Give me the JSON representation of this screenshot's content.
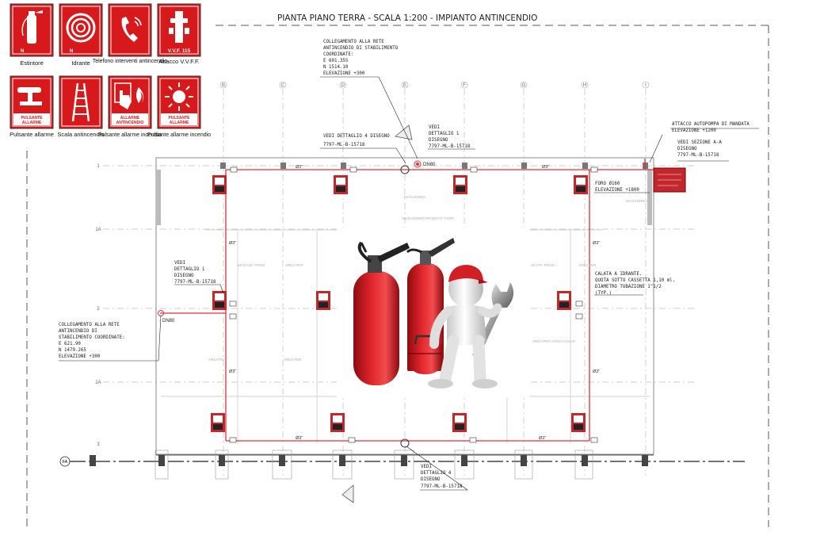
{
  "title": "PIANTA PIANO TERRA - SCALA 1:200 - IMPIANTO ANTINCENDIO",
  "legend": {
    "estintore": {
      "label": "Estintore",
      "sign": "N"
    },
    "idrante": {
      "label": "Idrante",
      "sign": "N"
    },
    "telefono": {
      "label": "Telefono interventi antincendio"
    },
    "attacco": {
      "label": "Attacco V.V.F.F.",
      "sign": "V.V.F. 115"
    },
    "pulsante_icon": {
      "label": "Pulsante allarme",
      "sign": "PULSANTE ALLARME"
    },
    "scala": {
      "label": "Scala antincendio"
    },
    "pulsante_incendio": {
      "label": "Pulsante allarme incendio",
      "sign": "ALLARME ANTINCENDIO"
    },
    "pulsante_allarme2": {
      "label": "Pulsante allarme incendio",
      "sign": "PULSANTE ALLARME"
    }
  },
  "grid": {
    "columns": [
      "B",
      "C",
      "D",
      "E",
      "F",
      "G",
      "H",
      "I"
    ],
    "rows": [
      "1",
      "1A",
      "2",
      "2A",
      "3"
    ],
    "fa_label": "FA"
  },
  "notes": {
    "collegamento_top": [
      "COLLEGAMENTO ALLA RETE",
      "ANTINCENDIO DI STABILIMENTO",
      "COORDINATE:",
      "E 601.355",
      "N 1514.10",
      "ELEVAZIONE +300"
    ],
    "vedi_dettaglio_4_top": "VEDI DETTAGLIO 4 DISEGNO",
    "vedi_dettaglio_4_top_code": "7797-ML-B-15718",
    "vedi_dettaglio_1_top": [
      "VEDI",
      "DETTAGLIO 1",
      "DISEGNO",
      "7797-ML-B-15718"
    ],
    "attacco_autopompa": [
      "ATTACCO AUTOPOMPA DI MANDATA",
      "ELEVAZIONE +1200"
    ],
    "vedi_sezione": [
      "VEDI SEZIONE A-A",
      "DISEGNO",
      "7797-ML-B-15718"
    ],
    "foro": [
      "FORO Ø160",
      "ELEVAZIONE +1800"
    ],
    "vedi_dettaglio_1_left": [
      "VEDI",
      "DETTAGLIO 1",
      "DISEGNO",
      "7797-ML-B-15718"
    ],
    "calata": [
      "CALATA A IDRANTE.",
      "QUOTA SOTTO CASSETTA 1,10 ml.",
      "DIAMETRO TUBAZIONE 1\"1/2",
      "(TYP.)"
    ],
    "collegamento_left": [
      "COLLEGAMENTO ALLA RETE",
      "ANTINCENDIO DI",
      "STABILIMENTO COORDINATE:",
      "E 621.90",
      "N 1479.265",
      "ELEVAZIONE +300"
    ],
    "vedi_dettaglio_4_bottom": [
      "VEDI",
      "DETTAGLIO 4",
      "DISEGNO",
      "7797-ML-B-15718"
    ],
    "dn80_top": "DN80",
    "dn80_left": "DN80",
    "pipe_size": "Ø3\""
  },
  "colors": {
    "sign_red": "#d7191c",
    "pipe_red": "#e0303a",
    "line_dark": "#333333",
    "line_light": "#bbbbbb"
  }
}
